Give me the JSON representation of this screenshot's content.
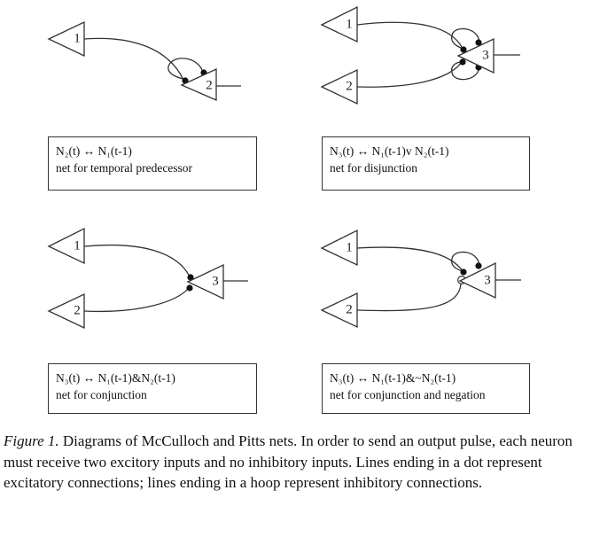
{
  "panels": [
    {
      "formula": "N₂(t) ↔ N₁(t-1)",
      "description": "net for temporal predecessor",
      "neurons": [
        "1",
        "2"
      ]
    },
    {
      "formula": "N₃(t) ↔ N₁(t-1)v N₂(t-1)",
      "description": "net for disjunction",
      "neurons": [
        "1",
        "2",
        "3"
      ]
    },
    {
      "formula": "N₃(t) ↔ N₁(t-1)&N₂(t-1)",
      "description": "net for conjunction",
      "neurons": [
        "1",
        "2",
        "3"
      ]
    },
    {
      "formula": "N₃(t) ↔ N₁(t-1)&~N₂(t-1)",
      "description": "net for conjunction and negation",
      "neurons": [
        "1",
        "2",
        "3"
      ]
    }
  ],
  "caption": {
    "figure_label": "Figure 1.",
    "text": " Diagrams of McCulloch and Pitts nets. In order to send an output pulse, each neuron must receive two excitory inputs and no inhibitory inputs. Lines ending in a dot represent excitatory connections; lines ending in a hoop represent inhibitory connections."
  }
}
